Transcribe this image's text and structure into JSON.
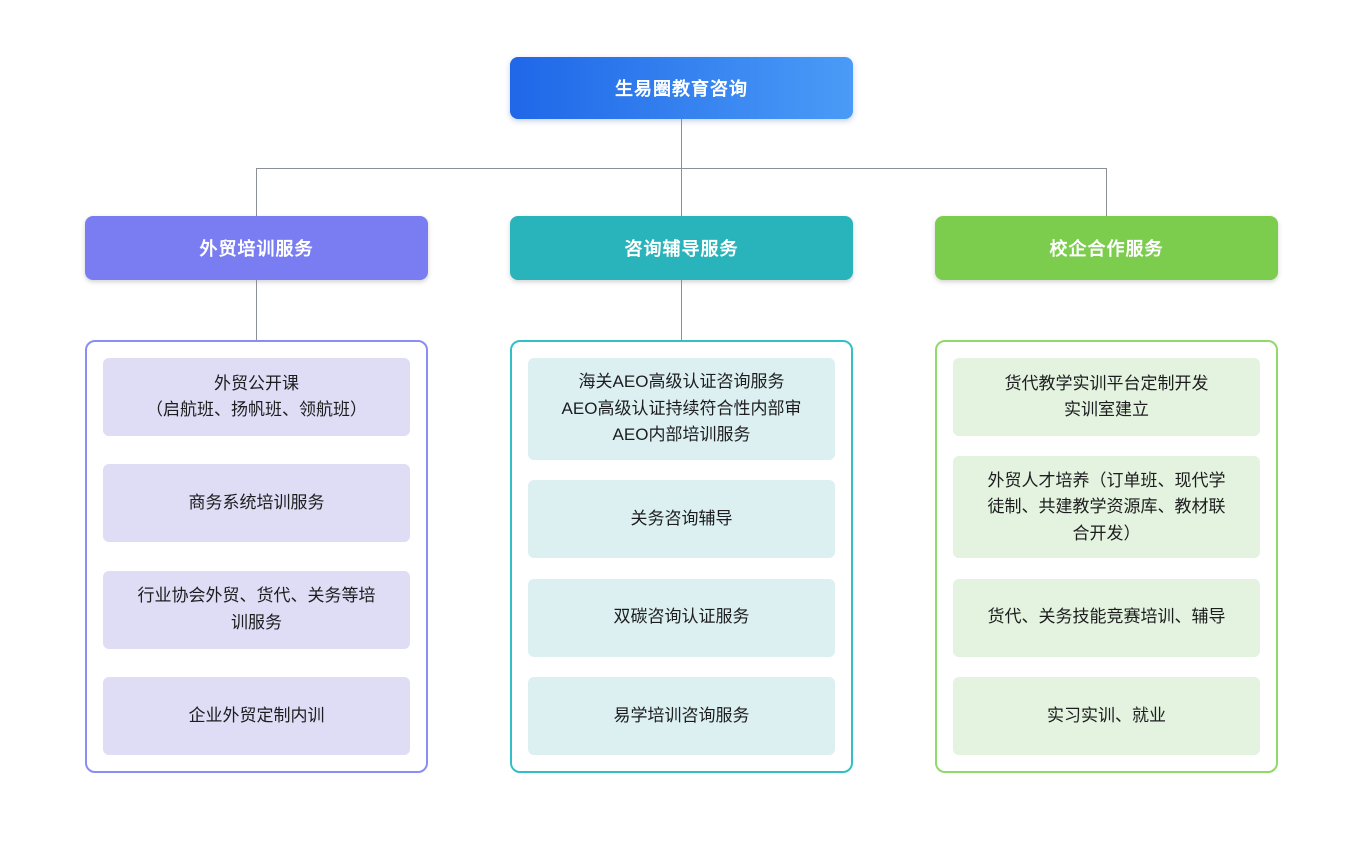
{
  "root": {
    "label": "生易圈教育咨询",
    "gradient_from": "#1f67e8",
    "gradient_to": "#4a9bf7"
  },
  "connector_color": "#8b9096",
  "branches": [
    {
      "label": "外贸培训服务",
      "header_color": "#7a7df1",
      "border_color": "#8a8df5",
      "item_bg": "#dfddf5",
      "items": [
        {
          "text": "外贸公开课\n（启航班、扬帆班、领航班）"
        },
        {
          "text": "商务系统培训服务"
        },
        {
          "text": "行业协会外贸、货代、关务等培\n训服务"
        },
        {
          "text": "企业外贸定制内训"
        }
      ]
    },
    {
      "label": "咨询辅导服务",
      "header_color": "#29b3ba",
      "border_color": "#32c0c6",
      "item_bg": "#dcf0f2",
      "items": [
        {
          "text": "海关AEO高级认证咨询服务\nAEO高级认证持续符合性内部审\nAEO内部培训服务"
        },
        {
          "text": "关务咨询辅导"
        },
        {
          "text": "双碳咨询认证服务"
        },
        {
          "text": "易学培训咨询服务"
        }
      ]
    },
    {
      "label": "校企合作服务",
      "header_color": "#7ccc4e",
      "border_color": "#90d96b",
      "item_bg": "#e3f3df",
      "items": [
        {
          "text": "货代教学实训平台定制开发\n实训室建立"
        },
        {
          "text": "外贸人才培养（订单班、现代学\n徒制、共建教学资源库、教材联\n合开发）"
        },
        {
          "text": "货代、关务技能竞赛培训、辅导"
        },
        {
          "text": "实习实训、就业"
        }
      ]
    }
  ]
}
